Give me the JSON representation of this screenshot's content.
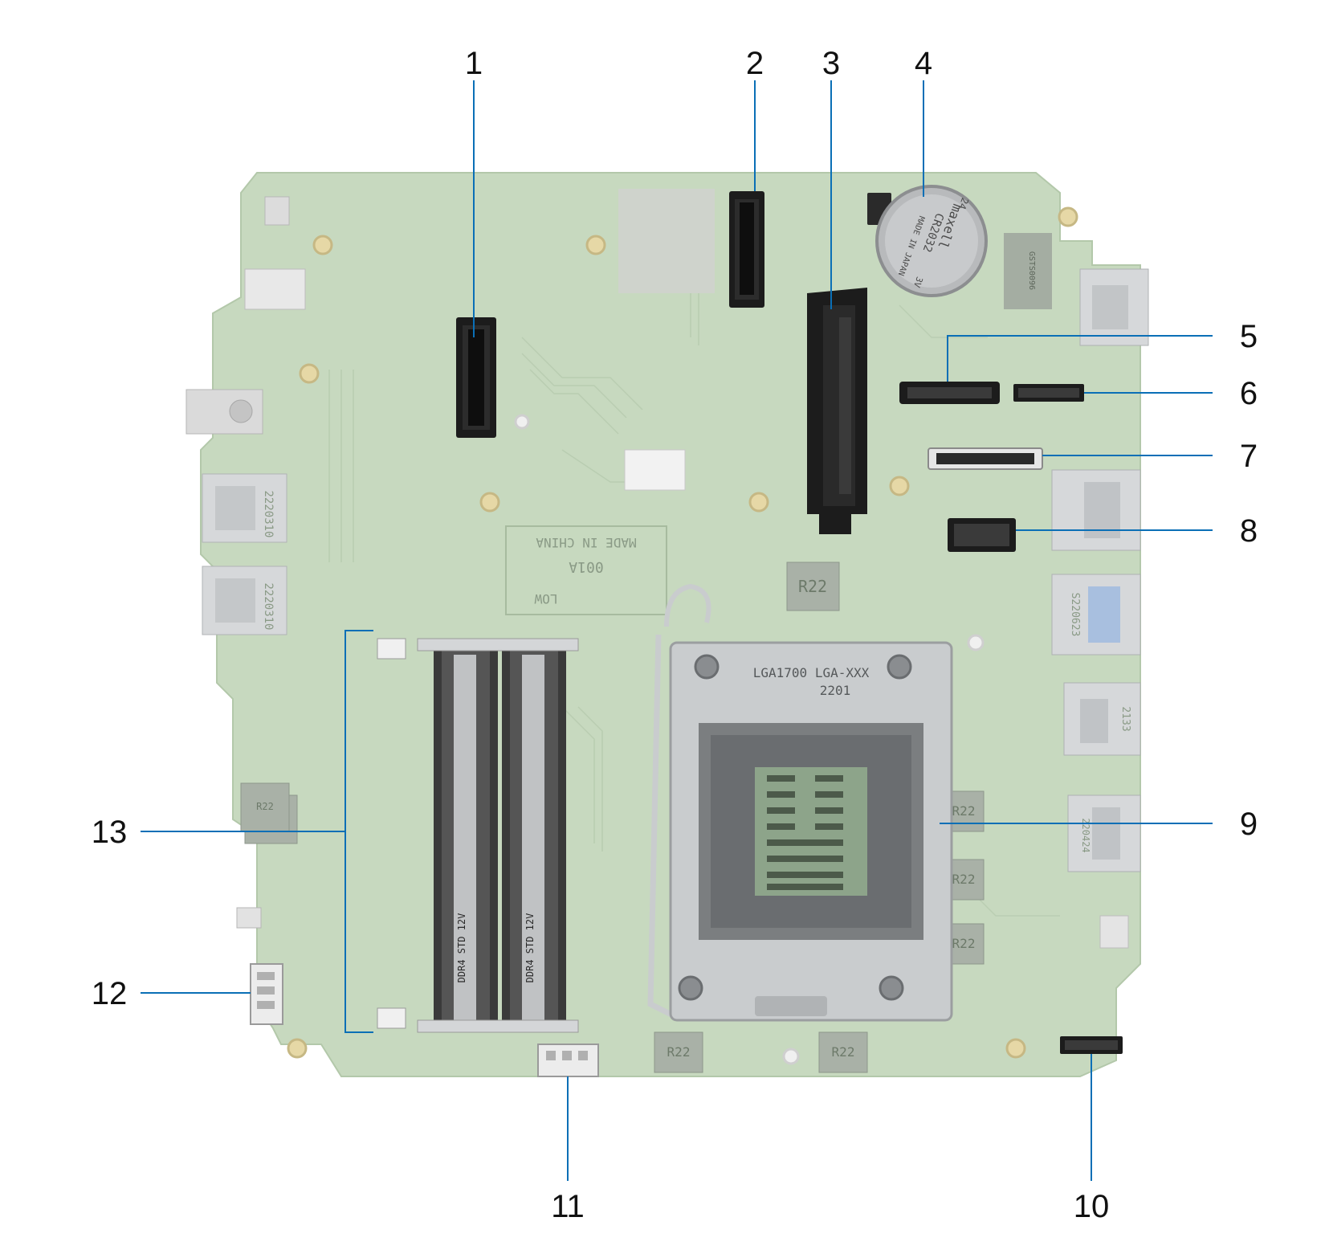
{
  "figure": {
    "callouts": [
      {
        "number": "1"
      },
      {
        "number": "2"
      },
      {
        "number": "3"
      },
      {
        "number": "4"
      },
      {
        "number": "5"
      },
      {
        "number": "6"
      },
      {
        "number": "7"
      },
      {
        "number": "8"
      },
      {
        "number": "9"
      },
      {
        "number": "10"
      },
      {
        "number": "11"
      },
      {
        "number": "12"
      },
      {
        "number": "13"
      }
    ]
  },
  "board": {
    "colors": {
      "pcb": "#c7d9bf",
      "pcb_edge": "#b3c8aa",
      "connector_black": "#1c1c1c",
      "socket_metal": "#c9ccce",
      "callout_line": "#0a6fb6",
      "port_metal": "#d6d8da"
    },
    "silkscreen": {
      "usb_port_1": "2220310",
      "usb_port_2": "2220310",
      "usb_port_3": "S220623",
      "hdmi_port": "2133",
      "dp_port": "220424",
      "inductor_1": "R22",
      "inductor_2": "R22",
      "inductor_3": "R22",
      "inductor_4": "R22",
      "inductor_5": "R22",
      "inductor_6": "R22",
      "inductor_7": "R22",
      "socket_text_1": "LGA1700 LGA-XXX",
      "socket_text_2": "2201",
      "battery_text_1": "maxell",
      "battery_text_2": "CR2032",
      "battery_text_3": "MADE IN JAPAN",
      "battery_text_4": "3V",
      "battery_text_5": "24",
      "board_label_1": "MADE IN CHINA",
      "board_label_2": "001A",
      "board_label_3": "LOW",
      "dimm_text_1": "DDR4 STD 12V",
      "dimm_text_2": "DDR4 STD 12V",
      "chip_label": "GSTS0096"
    }
  }
}
